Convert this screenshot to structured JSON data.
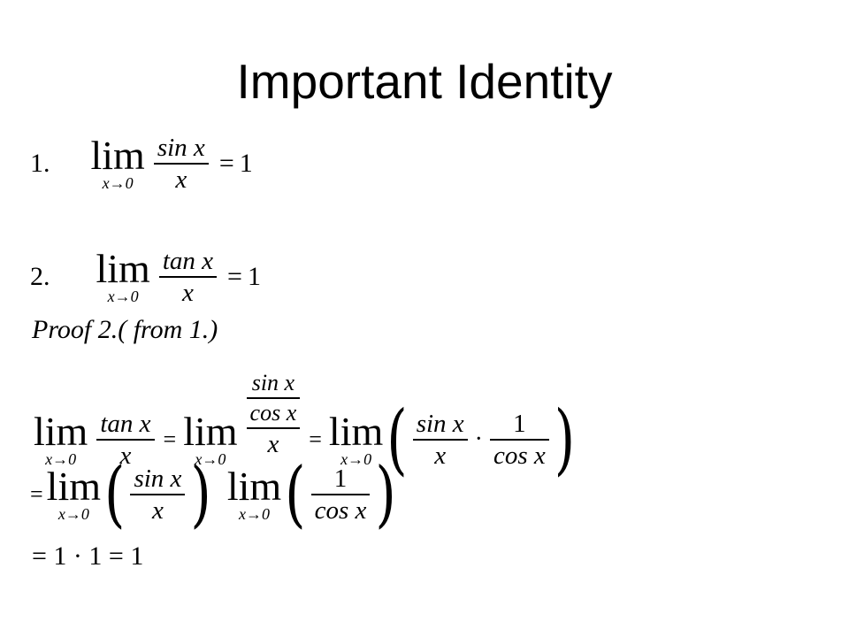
{
  "slide": {
    "title": "Important Identity"
  },
  "identity1": {
    "label": "1.",
    "lim": "lim",
    "sub": "x→0",
    "num": "sin x",
    "den": "x",
    "eq": "=",
    "rhs": "1"
  },
  "identity2": {
    "label": "2.",
    "lim": "lim",
    "sub": "x→0",
    "num": "tan x",
    "den": "x",
    "eq": "=",
    "rhs": "1"
  },
  "proof": {
    "heading": "Proof  2.( from 1.)",
    "line1": {
      "lim": "lim",
      "sub": "x→0",
      "tan": "tan x",
      "x": "x",
      "eq": "=",
      "sin": "sin x",
      "cos": "cos x",
      "one": "1",
      "dot": "·"
    },
    "line2": {
      "eq": "=",
      "lim": "lim",
      "sub": "x→0",
      "sin": "sin x",
      "x": "x",
      "one": "1",
      "cos": "cos x"
    },
    "line3": {
      "text": "= 1 · 1 = 1"
    }
  }
}
